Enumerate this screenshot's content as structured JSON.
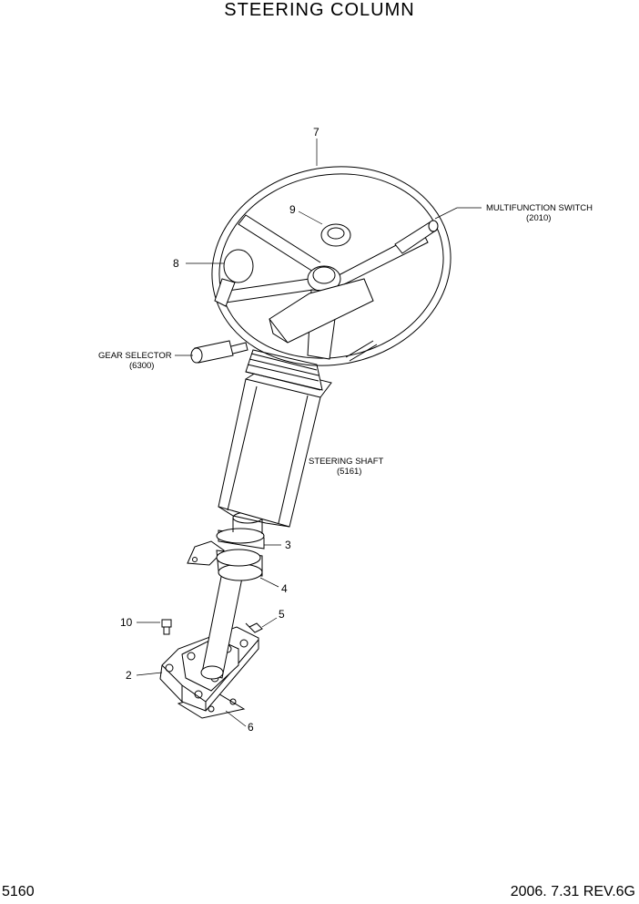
{
  "title": "STEERING COLUMN",
  "page_number": "5160",
  "revision": "2006. 7.31  REV.6G",
  "callouts": {
    "c1": "2",
    "c2": "3",
    "c3": "4",
    "c4": "5",
    "c5": "6",
    "c6": "7",
    "c7": "8",
    "c8": "9",
    "c9": "10"
  },
  "parts": {
    "multifunction_switch": "MULTIFUNCTION SWITCH",
    "multifunction_switch_ref": "(2010)",
    "gear_selector": "GEAR SELECTOR",
    "gear_selector_ref": "(6300)",
    "steering_shaft": "STEERING SHAFT",
    "steering_shaft_ref": "(5161)"
  }
}
